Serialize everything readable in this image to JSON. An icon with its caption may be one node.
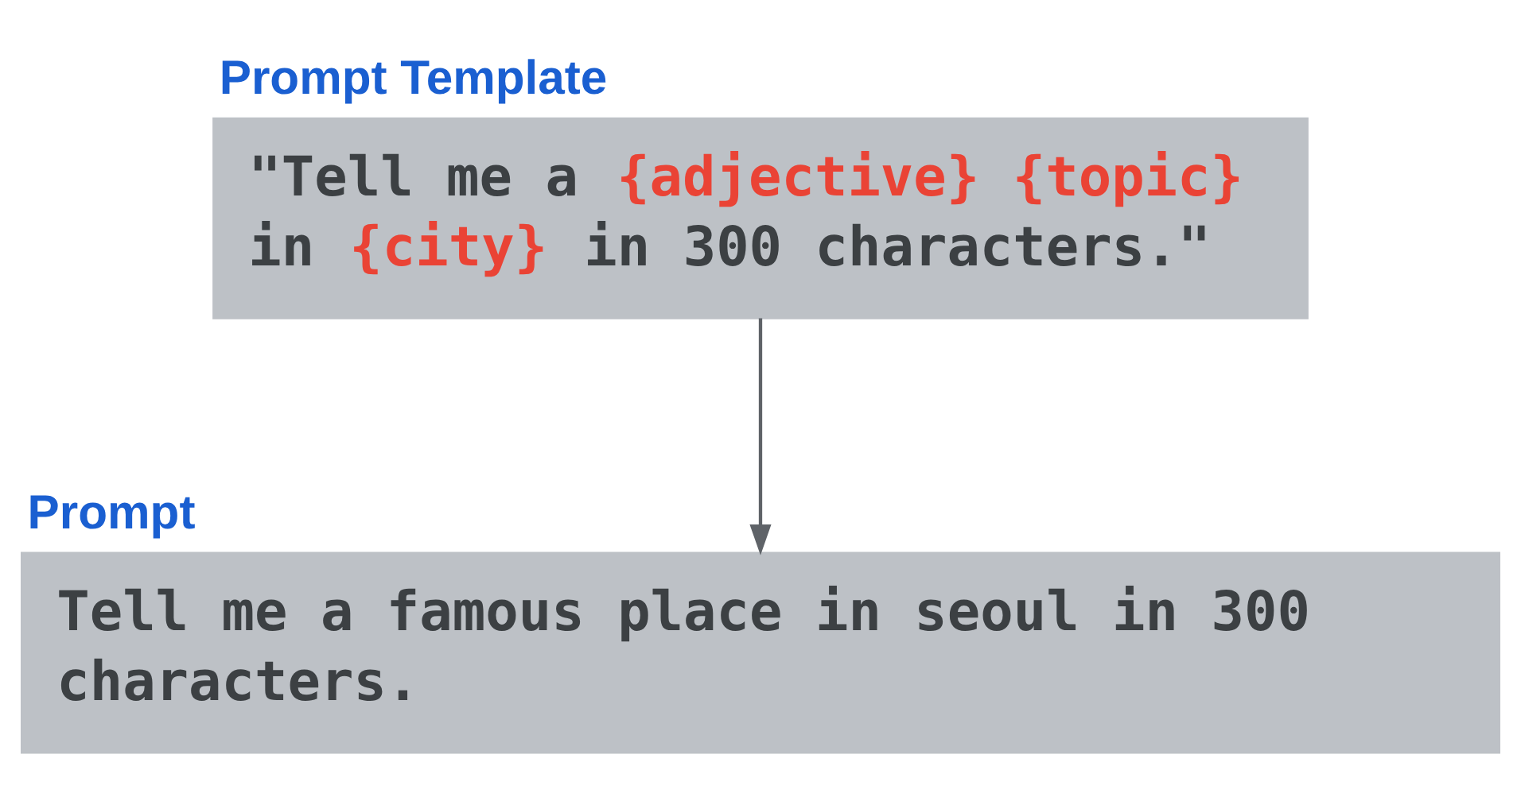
{
  "diagram": {
    "nodes": [
      {
        "text": [
          "Prompt Template",
          "\"Tell me a {adjective} {topic} in {city} in 300 characters.\""
        ]
      },
      {
        "text": [
          "Prompt",
          "Tell me a famous place in seoul in 300 characters."
        ]
      }
    ],
    "edges": [
      {
        "from": 0,
        "to": 1,
        "arrow": "to"
      }
    ]
  }
}
